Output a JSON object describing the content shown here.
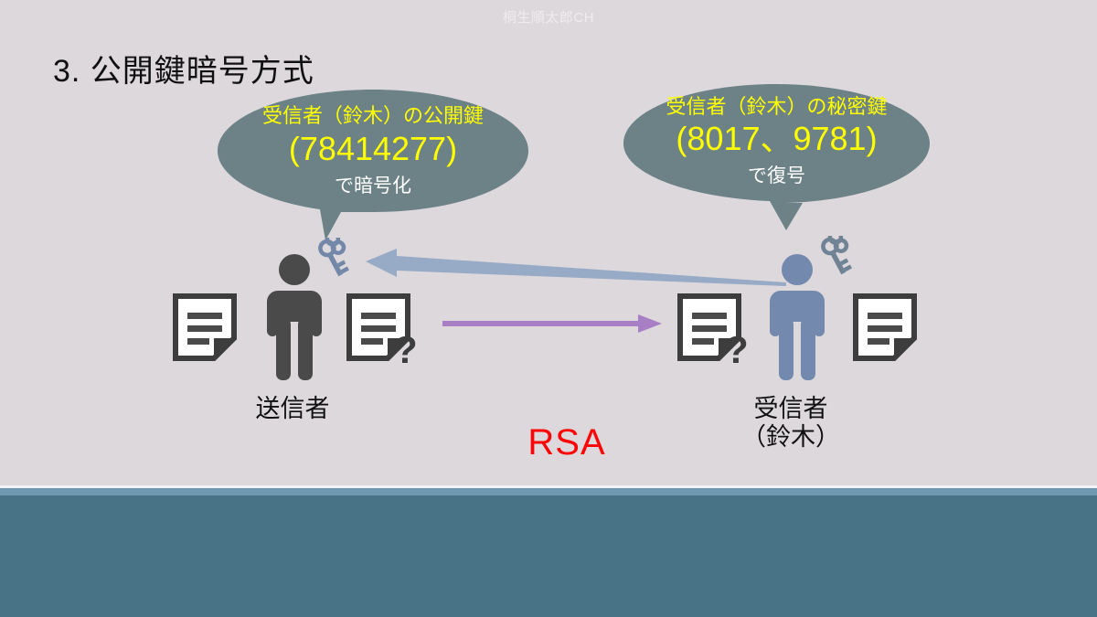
{
  "slide": {
    "watermark": "桐生順太郎CH",
    "title": "3. 公開鍵暗号方式",
    "background_color": "#dcd8dc",
    "accent_bar_color": "#487387",
    "accent_bar_light_color": "#6f99b0"
  },
  "bubbles": {
    "left": {
      "line1": "受信者（鈴木）の公開鍵",
      "line2": "(78414277)",
      "line3": "で暗号化",
      "fill_color": "#6d8287",
      "highlight_color": "#ffff00",
      "text_color": "#ffffff"
    },
    "right": {
      "line1": "受信者（鈴木）の秘密鍵",
      "line2": "(8017、9781)",
      "line3": "で復号",
      "fill_color": "#6d8287",
      "highlight_color": "#ffff00",
      "text_color": "#ffffff"
    }
  },
  "actors": {
    "sender": {
      "label": "送信者",
      "color": "#4a4a4a",
      "key_color": "#7388a8"
    },
    "receiver": {
      "label_line1": "受信者",
      "label_line2": "（鈴木）",
      "color": "#7389ad",
      "key_color": "#6f8395"
    }
  },
  "annotations": {
    "algorithm": "RSA",
    "algorithm_color": "#fb0505",
    "question_mark": "?"
  },
  "arrows": {
    "encrypted_to_receiver": {
      "color": "#a87fc4",
      "direction": "right"
    },
    "public_key_to_sender": {
      "color": "#97aac6",
      "direction": "left"
    }
  }
}
